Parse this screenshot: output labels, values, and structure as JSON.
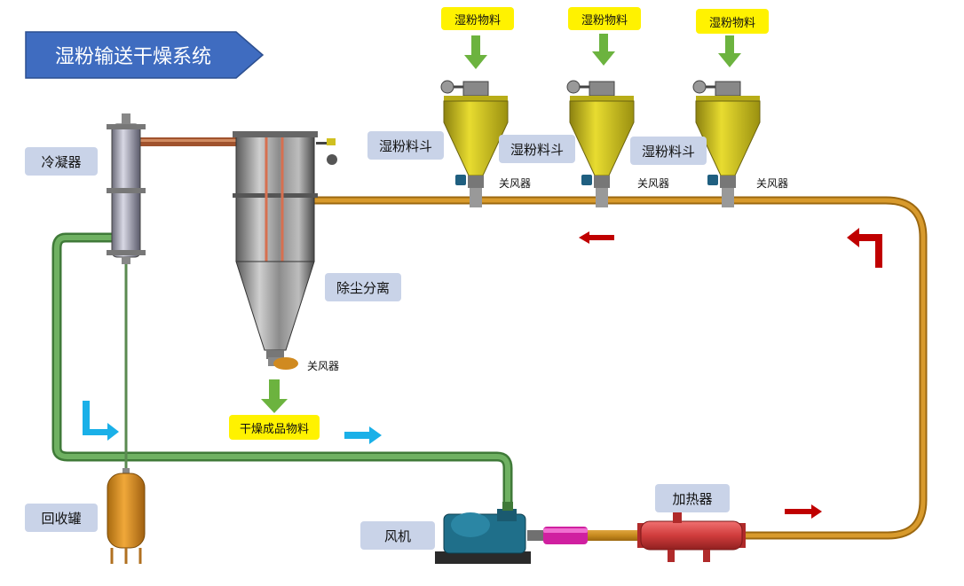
{
  "title": "湿粉输送干燥系统",
  "labels": {
    "hopper": "湿粉料斗",
    "wet_material": "湿粉物料",
    "rotary_valve": "关风器",
    "condenser": "冷凝器",
    "dust_separator": "除尘分离",
    "dried_product": "干燥成品物料",
    "recovery_tank": "回收罐",
    "fan": "风机",
    "heater": "加热器"
  },
  "colors": {
    "title_bg": "#3f6cc0",
    "label_bg": "#c9d3e8",
    "highlight": "#fff200",
    "hot_pipe": "#c78a1e",
    "cold_pipe": "#5a9a52",
    "feed_arrow": "#6cb33f",
    "flow_red": "#c00000",
    "flow_blue": "#1ab0e8",
    "hopper": "#d6c81a",
    "heater": "#d94040",
    "fan": "#1f6f8a",
    "tank": "#d99120"
  },
  "icons": [
    "flow-arrow-red",
    "flow-arrow-blue",
    "feed-arrow-green",
    "hopper",
    "rotary-valve",
    "cyclone-separator",
    "condenser-column",
    "recovery-tank",
    "blower-fan",
    "heater"
  ]
}
